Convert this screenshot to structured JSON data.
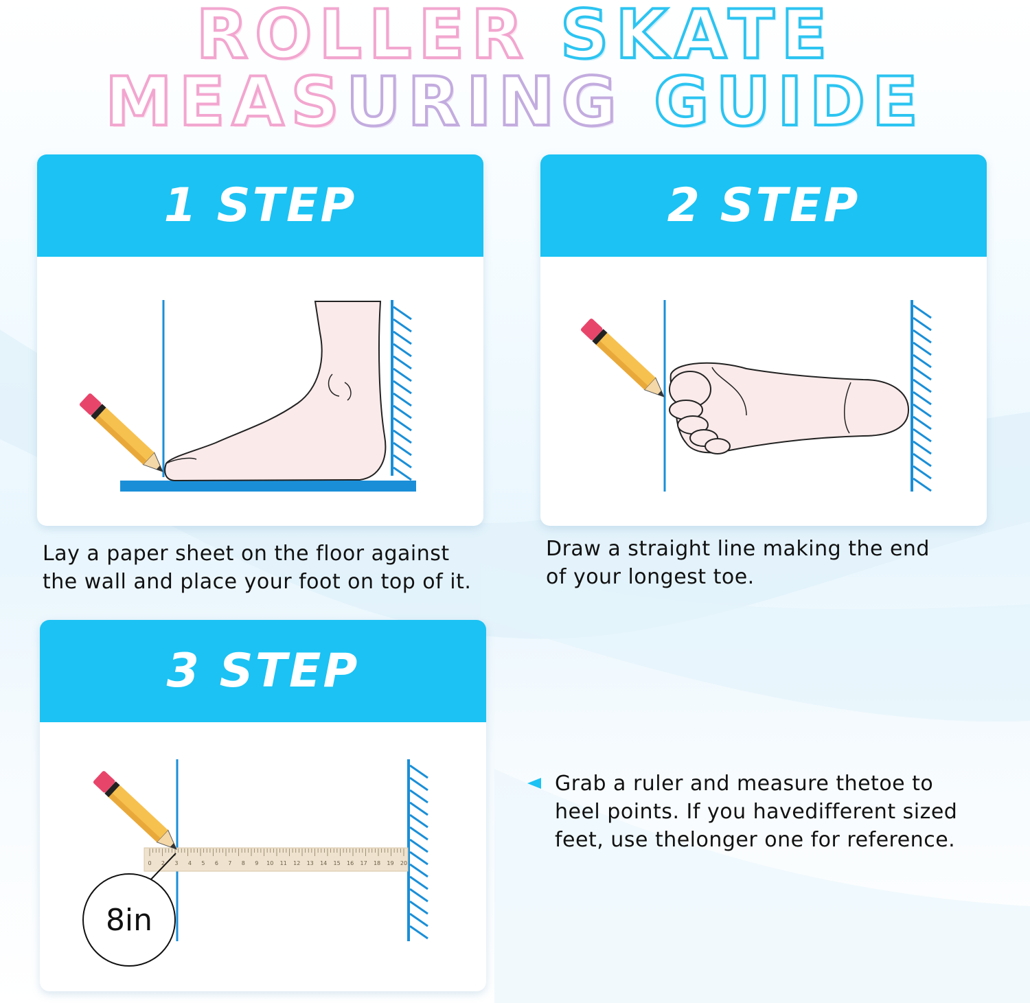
{
  "title": {
    "line1_part1": "ROLLER",
    "line1_part2": "SKATE",
    "line2_part1": "MEAS",
    "line2_part2": "URING",
    "line2_part3": "GUIDE"
  },
  "steps": [
    {
      "title": "1 STEP",
      "caption_lines": [
        "Lay a paper sheet on the floor against",
        "the wall and place your foot on top of it."
      ]
    },
    {
      "title": "2 STEP",
      "caption_lines": [
        "Draw a straight line making the end",
        "of your longest toe."
      ]
    },
    {
      "title": "3 STEP",
      "caption_lines": [
        "Grab a ruler and measure thetoe to",
        "heel points. If you havedifferent sized",
        "feet, use thelonger one for reference."
      ]
    }
  ],
  "ruler": {
    "measurement_label": "8in",
    "tick_labels": [
      "0",
      "2",
      "3",
      "4",
      "5",
      "6",
      "7",
      "8",
      "9",
      "10",
      "11",
      "12",
      "13",
      "14",
      "15",
      "16",
      "17",
      "18",
      "19",
      "20"
    ]
  },
  "colors": {
    "accent": "#1bc2f3",
    "line_blue": "#1a8fd8",
    "pencil_body": "#f7c14f",
    "pencil_eraser": "#e8456b",
    "skin": "#fbeaea"
  },
  "icons": [
    "pencil-icon",
    "foot-side-icon",
    "foot-sole-icon",
    "ruler-icon",
    "wall-hatch-icon",
    "bullet-arrow-icon"
  ]
}
